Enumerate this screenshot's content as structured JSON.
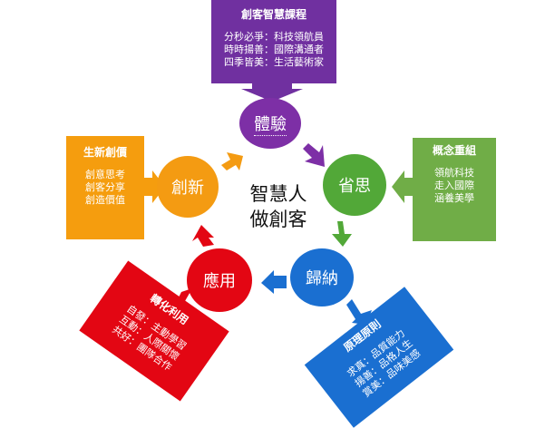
{
  "center": {
    "line1": "智慧人",
    "line2": "做創客"
  },
  "nodes": {
    "experience": {
      "label": "體驗",
      "color": "#7d2fa6"
    },
    "reflection": {
      "label": "省思",
      "color": "#52a838"
    },
    "induction": {
      "label": "歸納",
      "color": "#1a6fd1"
    },
    "application": {
      "label": "應用",
      "color": "#e30613"
    },
    "innovation": {
      "label": "創新",
      "color": "#f49b12"
    }
  },
  "callouts": {
    "purple": {
      "title": "創客智慧課程",
      "lines": [
        "分秒必爭：科技領航員",
        "時時揚善：國際溝通者",
        "四季皆美：生活藝術家"
      ]
    },
    "green": {
      "title": "概念重組",
      "lines": [
        "領航科技",
        "走入國際",
        "涵養美學"
      ]
    },
    "orange": {
      "title": "生新創價",
      "lines": [
        "創意思考",
        "創客分享",
        "創造價值"
      ]
    },
    "red": {
      "title": "轉化利用",
      "lines": [
        "自發：主動學習",
        "互動：人際關懷",
        "共好：團隊合作"
      ]
    },
    "blue": {
      "title": "原理原則",
      "lines": [
        "求真：品質能力",
        "揚善：品格人生",
        "賞美：品味美感"
      ]
    }
  }
}
